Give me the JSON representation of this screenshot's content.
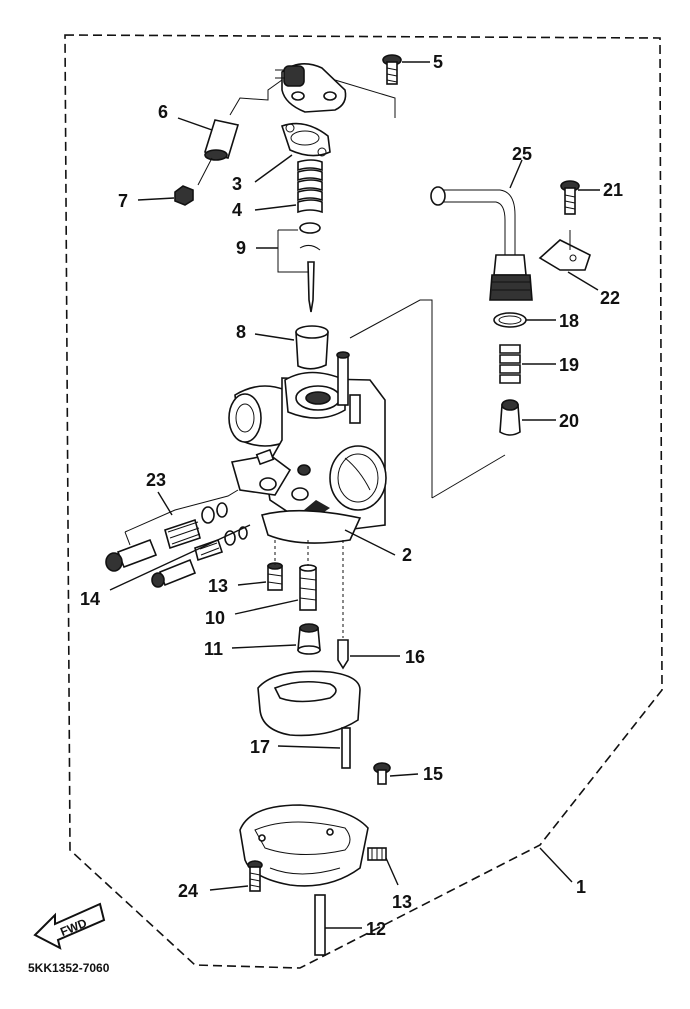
{
  "diagram": {
    "part_numbers": [
      "1",
      "2",
      "3",
      "4",
      "5",
      "6",
      "7",
      "8",
      "9",
      "10",
      "11",
      "12",
      "13",
      "13",
      "14",
      "15",
      "16",
      "17",
      "18",
      "19",
      "20",
      "21",
      "22",
      "23",
      "24",
      "25"
    ],
    "drawing_code": "5KK1352-7060",
    "direction_label": "FWD",
    "colors": {
      "ink": "#111111",
      "background": "#ffffff"
    },
    "callouts": {
      "c1": "1",
      "c2": "2",
      "c3": "3",
      "c4": "4",
      "c5": "5",
      "c6": "6",
      "c7": "7",
      "c8": "8",
      "c9": "9",
      "c10": "10",
      "c11": "11",
      "c12": "12",
      "c13a": "13",
      "c13b": "13",
      "c14": "14",
      "c15": "15",
      "c16": "16",
      "c17": "17",
      "c18": "18",
      "c19": "19",
      "c20": "20",
      "c21": "21",
      "c22": "22",
      "c23": "23",
      "c24": "24",
      "c25": "25"
    }
  }
}
